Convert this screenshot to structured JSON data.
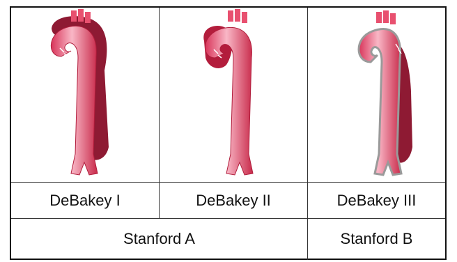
{
  "panels": [
    {
      "label": "DeBakey I"
    },
    {
      "label": "DeBakey II"
    },
    {
      "label": "DeBakey III"
    }
  ],
  "groups": [
    {
      "label": "Stanford A"
    },
    {
      "label": "Stanford B"
    }
  ],
  "colors": {
    "aorta_light": "#f7a4b6",
    "aorta_mid": "#e8506f",
    "aorta_dark": "#c0243f",
    "false_lumen": "#8e1a33",
    "border": "#111111"
  }
}
